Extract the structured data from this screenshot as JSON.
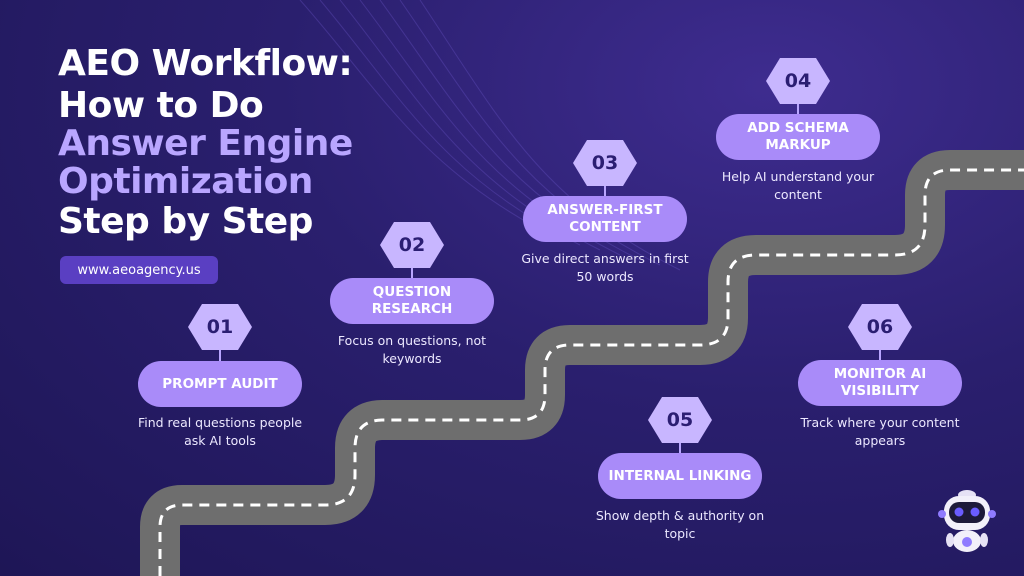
{
  "title": {
    "line1": "AEO Workflow:",
    "line2": "How to Do",
    "line3": "Answer Engine",
    "line4": "Optimization",
    "line5": "Step by Step"
  },
  "website": "www.aeoagency.us",
  "steps": [
    {
      "number": "01",
      "label": "PROMPT AUDIT",
      "description": "Find real questions people ask AI tools"
    },
    {
      "number": "02",
      "label": "QUESTION RESEARCH",
      "description": "Focus on questions, not keywords"
    },
    {
      "number": "03",
      "label": "ANSWER-FIRST CONTENT",
      "description": "Give direct answers in first 50 words"
    },
    {
      "number": "04",
      "label": "ADD SCHEMA MARKUP",
      "description": "Help AI understand your content"
    },
    {
      "number": "05",
      "label": "INTERNAL LINKING",
      "description": "Show depth & authority on topic"
    },
    {
      "number": "06",
      "label": "MONITOR AI VISIBILITY",
      "description": "Track where your content appears"
    }
  ],
  "colors": {
    "background": "#2a1f6e",
    "accent": "#b9a6ff",
    "pill": "#a98bf9",
    "hexagon": "#c8b6ff",
    "road": "#6e6e6e",
    "road_dash": "#ffffff"
  },
  "icons": [
    "robot-mascot-icon"
  ]
}
